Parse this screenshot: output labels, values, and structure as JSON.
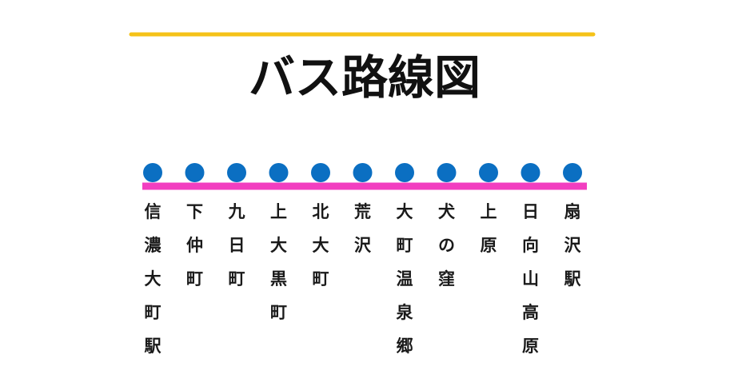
{
  "title": "バス路線図",
  "colors": {
    "top_rule": "#f5c218",
    "route_line": "#f23ec0",
    "stop_marker": "#0b6fc2",
    "text": "#111111",
    "background": "#ffffff"
  },
  "stops": [
    "信濃大町駅",
    "下仲町",
    "九日町",
    "上大黒町",
    "北大町",
    "荒沢",
    "大町温泉郷",
    "犬の窪",
    "上原",
    "日向山高原",
    "扇沢駅"
  ]
}
